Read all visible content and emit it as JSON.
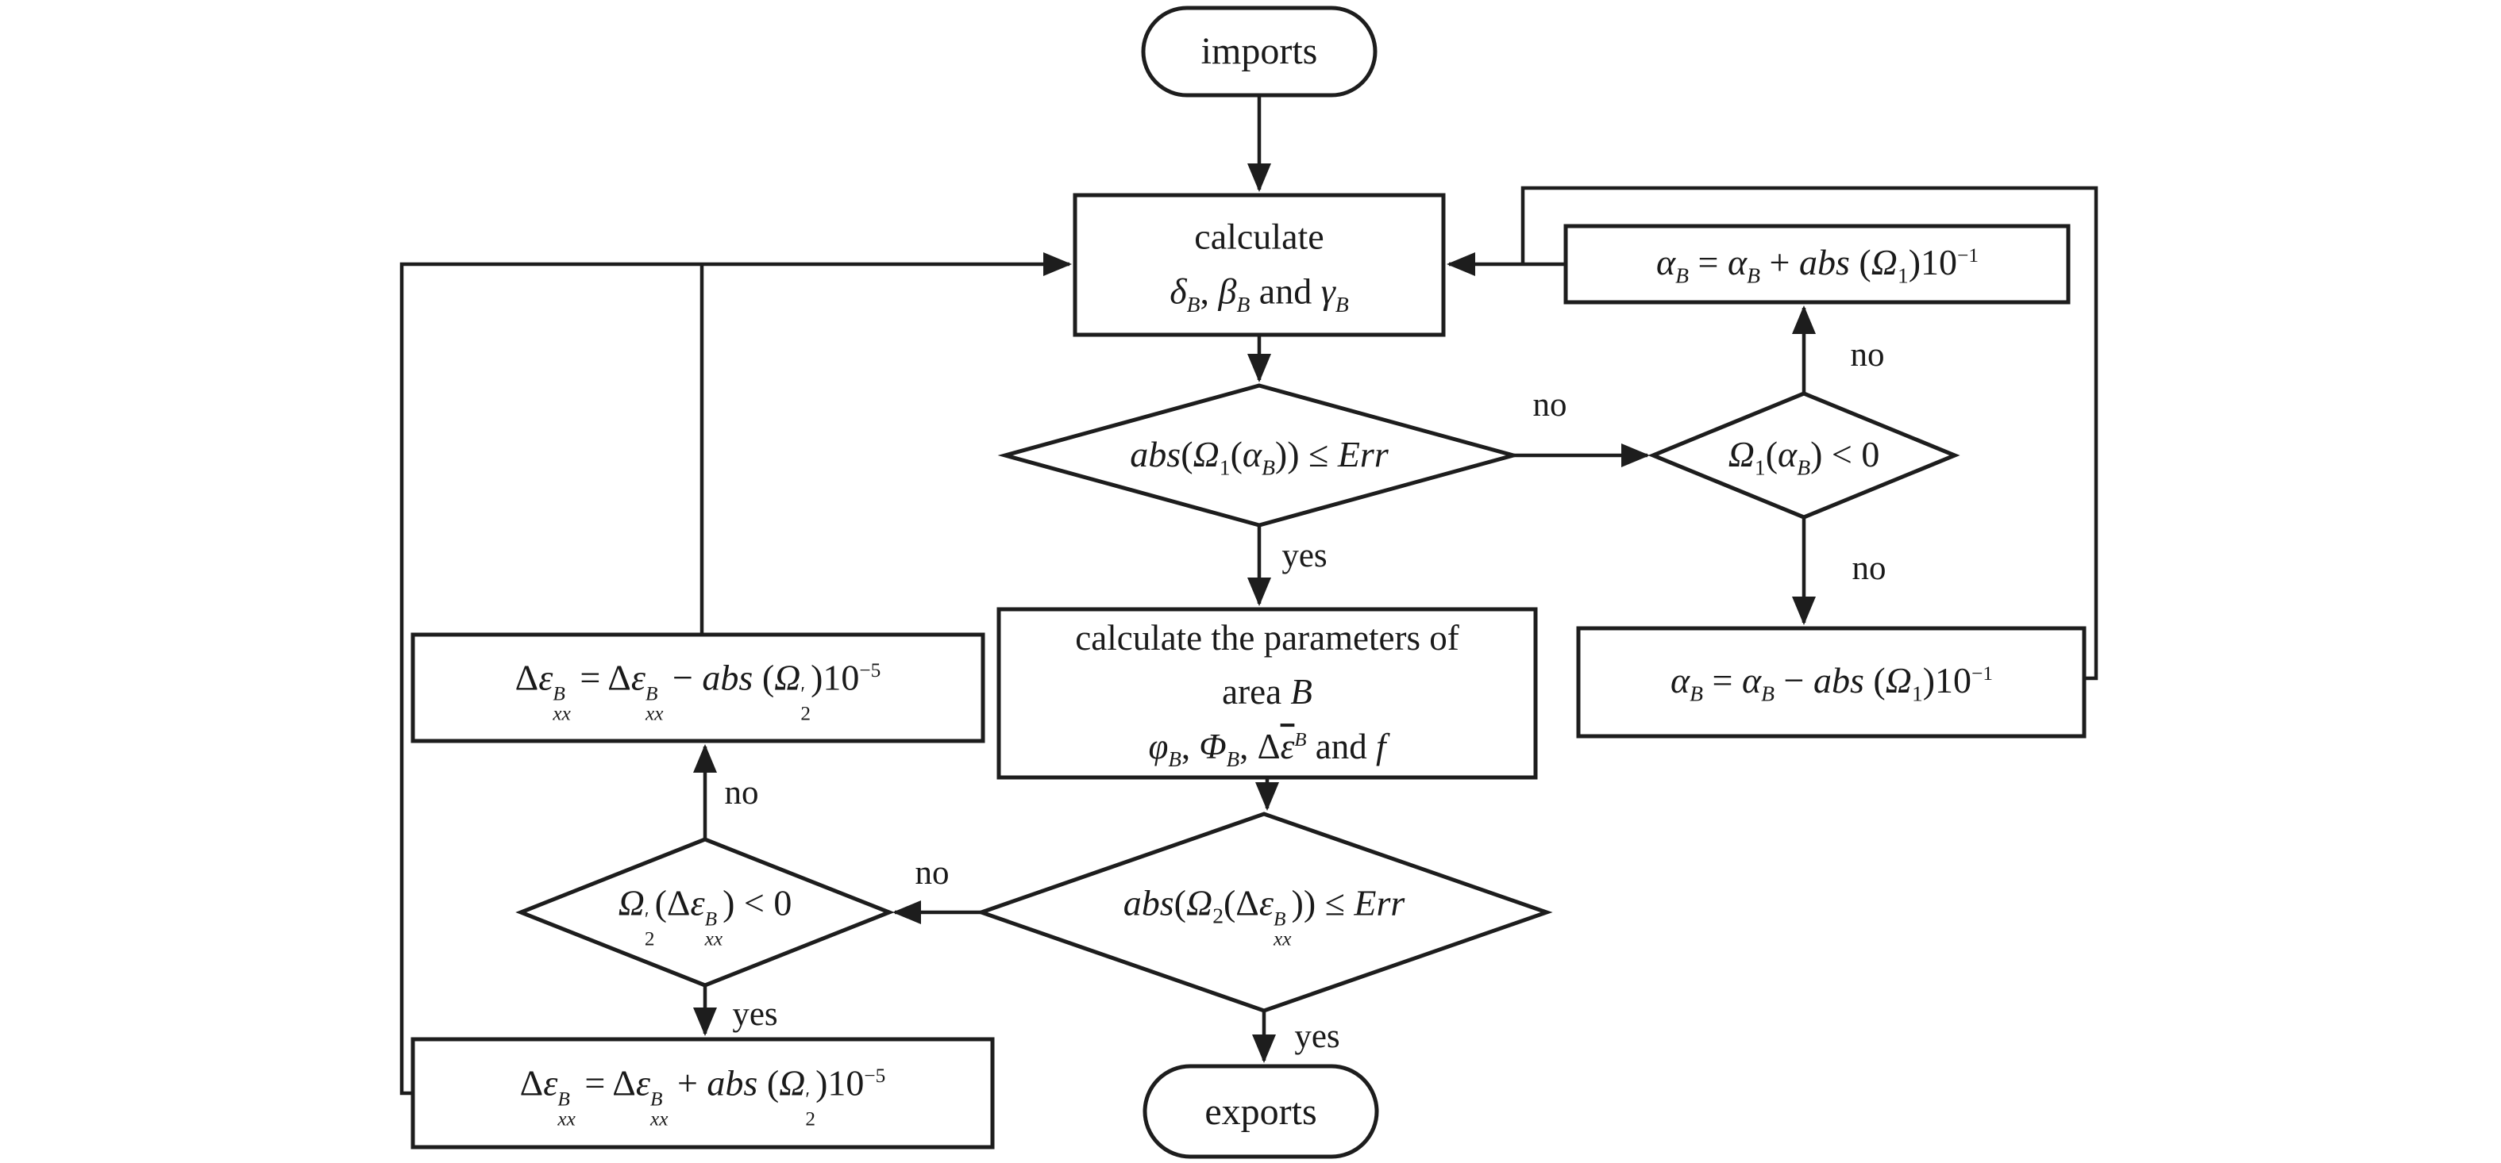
{
  "colors": {
    "line": "#1d1d1d",
    "background": "#ffffff",
    "text": "#1a1a1a"
  },
  "nodes": {
    "imports": {
      "label": "imports"
    },
    "calc_angles": {
      "line1": "calculate",
      "line2_html": "<i>δ</i><sub><i>B</i></sub>, <i>β</i><sub><i>B</i></sub> and <i>γ</i><sub><i>B</i></sub>"
    },
    "check_omega1_err": {
      "label_html": "<i>abs</i>(<i>Ω</i><sub>1</sub>(<i>α</i><sub><i>B</i></sub>)) ≤ <i>Err</i>"
    },
    "check_omega1_sign": {
      "label_html": "<i>Ω</i><sub>1</sub>(<i>α</i><sub><i>B</i></sub>) &lt; 0"
    },
    "alpha_plus": {
      "label_html": "<i>α</i><sub><i>B</i></sub> = <i>α</i><sub><i>B</i></sub> + <i>abs</i> (<i>Ω</i><sub>1</sub>)10<sup>−1</sup>"
    },
    "alpha_minus": {
      "label_html": "<i>α</i><sub><i>B</i></sub> = <i>α</i><sub><i>B</i></sub> − <i>abs</i> (<i>Ω</i><sub>1</sub>)10<sup>−1</sup>"
    },
    "calc_params": {
      "line1": "calculate the parameters of",
      "line2_html": "area <i>B</i>",
      "line3_html": "<i>φ</i><sub><i>B</i></sub>, <i>Φ</i><sub><i>B</i></sub>, Δ<span class=\"ov\"><i>ε</i></span><sup><i>B</i></sup> and <i>f</i>"
    },
    "check_omega2_err": {
      "label_html": "<i>abs</i>(<i>Ω</i><sub>2</sub>(Δ<i>ε</i><span class=\"ss\"><span><i>B</i></span><span><i>xx</i></span></span>)) ≤ <i>Err</i>"
    },
    "check_omega2_sign": {
      "label_html": "<i>Ω</i><span class=\"ss\"><span>′</span><span>2</span></span>(Δ<i>ε</i><span class=\"ss\"><span><i>B</i></span><span><i>xx</i></span></span>) &lt; 0"
    },
    "deps_minus": {
      "label_html": "Δ<i>ε</i><span class=\"ss\"><span><i>B</i></span><span><i>xx</i></span></span> = Δ<i>ε</i><span class=\"ss\"><span><i>B</i></span><span><i>xx</i></span></span> − <i>abs</i> (<i>Ω</i><span class=\"ss\"><span>′</span><span>2</span></span>)10<sup>−5</sup>"
    },
    "deps_plus": {
      "label_html": "Δ<i>ε</i><span class=\"ss\"><span><i>B</i></span><span><i>xx</i></span></span> = Δ<i>ε</i><span class=\"ss\"><span><i>B</i></span><span><i>xx</i></span></span> + <i>abs</i> (<i>Ω</i><span class=\"ss\"><span>′</span><span>2</span></span>)10<sup>−5</sup>"
    },
    "exports": {
      "label": "exports"
    }
  },
  "edge_labels": {
    "d1_right": "no",
    "d1_down": "yes",
    "d2_up": "no",
    "d2_down": "no",
    "d3_left": "no",
    "d3_down": "yes",
    "d4_up": "no",
    "d4_down": "yes"
  }
}
